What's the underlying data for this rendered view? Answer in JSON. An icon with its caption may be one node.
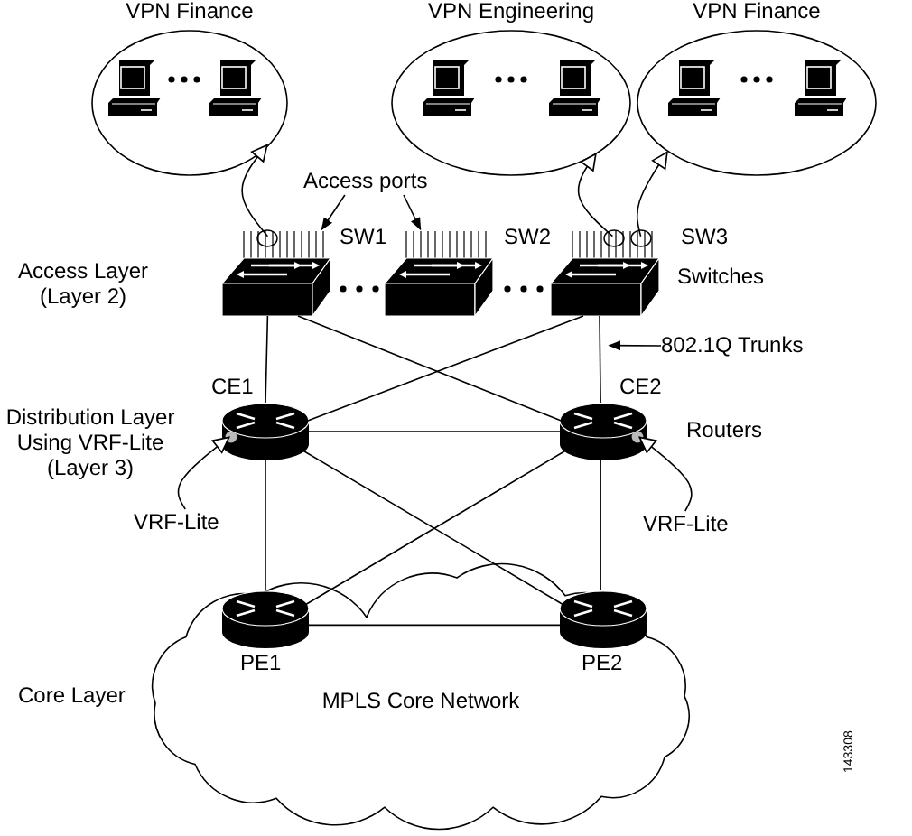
{
  "diagram": {
    "nodes": [
      {
        "text": [
          "VPN Finance"
        ]
      },
      {
        "text": [
          "VPN Engineering"
        ]
      },
      {
        "text": [
          "VPN Finance"
        ]
      },
      {
        "text": [],
        "shape": "box",
        "beside": [
          "SW1"
        ]
      },
      {
        "text": [],
        "shape": "box",
        "beside": [
          "SW2"
        ]
      },
      {
        "text": [],
        "shape": "box",
        "beside": [
          "SW3"
        ]
      },
      {
        "text": [],
        "shape": "cylinder",
        "beside": [
          "CE1"
        ]
      },
      {
        "text": [],
        "shape": "cylinder",
        "beside": [
          "CE2"
        ]
      },
      {
        "text": [],
        "shape": "cylinder",
        "in": 10
      },
      {
        "text": [],
        "shape": "cylinder",
        "in": 10
      },
      {
        "text": [
          "MPLS Core Network"
        ]
      },
      {
        "text": [
          "Access ports"
        ]
      },
      {
        "text": [
          "802.1Q Trunks"
        ]
      },
      {
        "text": [
          "VRF-Lite"
        ]
      },
      {
        "text": [
          "VRF-Lite"
        ]
      }
    ],
    "edges": [
      {
        "from": 3,
        "to": 0,
        "arrow": "to"
      },
      {
        "from": 5,
        "to": 1,
        "arrow": "to"
      },
      {
        "from": 5,
        "to": 2,
        "arrow": "to"
      },
      {
        "from": 11,
        "to": 3,
        "arrow": "to"
      },
      {
        "from": 11,
        "to": 4,
        "arrow": "to"
      },
      {
        "from": 12,
        "to": 5,
        "arrow": "to"
      },
      {
        "from": 3,
        "to": 6,
        "arrow": "none"
      },
      {
        "from": 5,
        "to": 7,
        "arrow": "none"
      },
      {
        "from": 3,
        "to": 7,
        "arrow": "none"
      },
      {
        "from": 5,
        "to": 6,
        "arrow": "none"
      },
      {
        "from": 6,
        "to": 7,
        "arrow": "none"
      },
      {
        "from": 6,
        "to": 8,
        "arrow": "none"
      },
      {
        "from": 7,
        "to": 9,
        "arrow": "none"
      },
      {
        "from": 6,
        "to": 9,
        "arrow": "none"
      },
      {
        "from": 7,
        "to": 8,
        "arrow": "none"
      },
      {
        "from": 8,
        "to": 9,
        "arrow": "none"
      },
      {
        "from": 13,
        "to": 6,
        "arrow": "to"
      },
      {
        "from": 14,
        "to": 7,
        "arrow": "to"
      }
    ],
    "labels": [
      "Access Layer (Layer 2)",
      "Switches",
      "Distribution Layer Using VRF-Lite (Layer 3)",
      "Routers",
      "PE1",
      "PE2",
      "Core Layer",
      "143308"
    ]
  }
}
